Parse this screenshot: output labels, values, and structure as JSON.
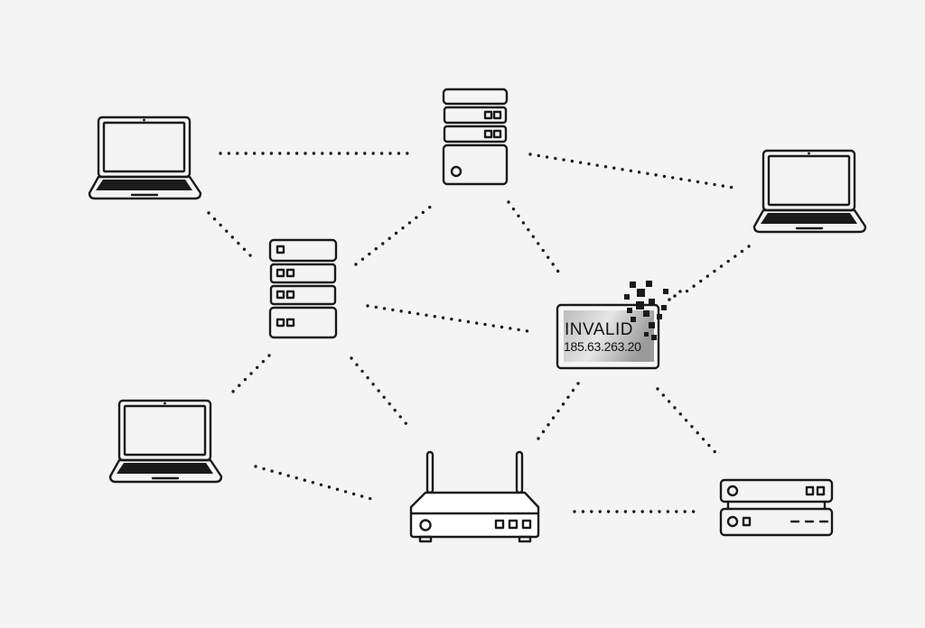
{
  "diagram": {
    "title": "Network topology with invalid IP address",
    "background": "#f4f4f4",
    "stroke_color": "#1a1a1a",
    "nodes": [
      {
        "id": "laptop-top-left",
        "type": "laptop",
        "icon": "laptop-icon"
      },
      {
        "id": "server-top",
        "type": "server-rack",
        "icon": "server-rack-icon"
      },
      {
        "id": "laptop-top-right",
        "type": "laptop",
        "icon": "laptop-icon"
      },
      {
        "id": "server-middle",
        "type": "server-rack",
        "icon": "server-rack-icon"
      },
      {
        "id": "invalid-ip-badge",
        "type": "error-badge",
        "icon": "invalid-address-icon"
      },
      {
        "id": "laptop-bottom-left",
        "type": "laptop",
        "icon": "laptop-icon"
      },
      {
        "id": "router",
        "type": "router",
        "icon": "router-icon"
      },
      {
        "id": "switch",
        "type": "network-switch",
        "icon": "switch-icon"
      }
    ],
    "links": [
      {
        "from": "laptop-top-left",
        "to": "server-top"
      },
      {
        "from": "laptop-top-left",
        "to": "server-middle"
      },
      {
        "from": "server-top",
        "to": "laptop-top-right"
      },
      {
        "from": "server-middle",
        "to": "server-top"
      },
      {
        "from": "server-top",
        "to": "invalid-ip-badge"
      },
      {
        "from": "laptop-top-right",
        "to": "invalid-ip-badge"
      },
      {
        "from": "server-middle",
        "to": "invalid-ip-badge"
      },
      {
        "from": "server-middle",
        "to": "laptop-bottom-left"
      },
      {
        "from": "server-middle",
        "to": "router"
      },
      {
        "from": "laptop-bottom-left",
        "to": "router"
      },
      {
        "from": "invalid-ip-badge",
        "to": "router"
      },
      {
        "from": "invalid-ip-badge",
        "to": "switch"
      },
      {
        "from": "router",
        "to": "switch"
      }
    ],
    "badge": {
      "status": "INVALID",
      "ip_address": "185.63.263.20"
    }
  }
}
